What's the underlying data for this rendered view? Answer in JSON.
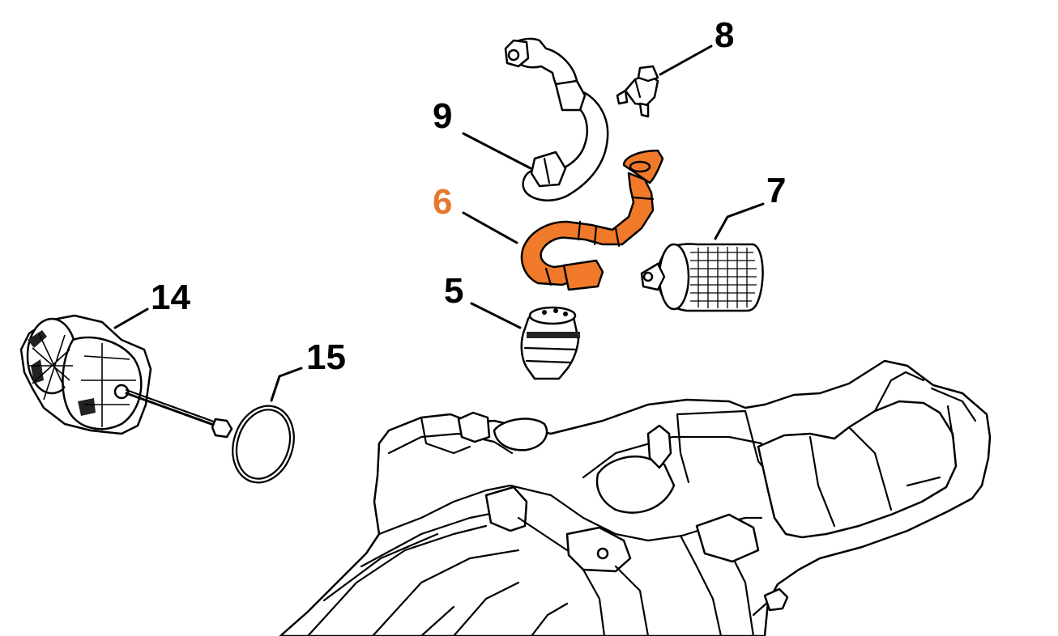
{
  "callouts": [
    {
      "id": "8",
      "text": "8",
      "highlighted": false
    },
    {
      "id": "9",
      "text": "9",
      "highlighted": false
    },
    {
      "id": "6",
      "text": "6",
      "highlighted": true
    },
    {
      "id": "7",
      "text": "7",
      "highlighted": false
    },
    {
      "id": "5",
      "text": "5",
      "highlighted": false
    },
    {
      "id": "14",
      "text": "14",
      "highlighted": false
    },
    {
      "id": "15",
      "text": "15",
      "highlighted": false
    }
  ],
  "colors": {
    "highlight": "#f07a2a",
    "highlight_label": "#e8772e",
    "linework": "#000000",
    "background": "#ffffff"
  }
}
